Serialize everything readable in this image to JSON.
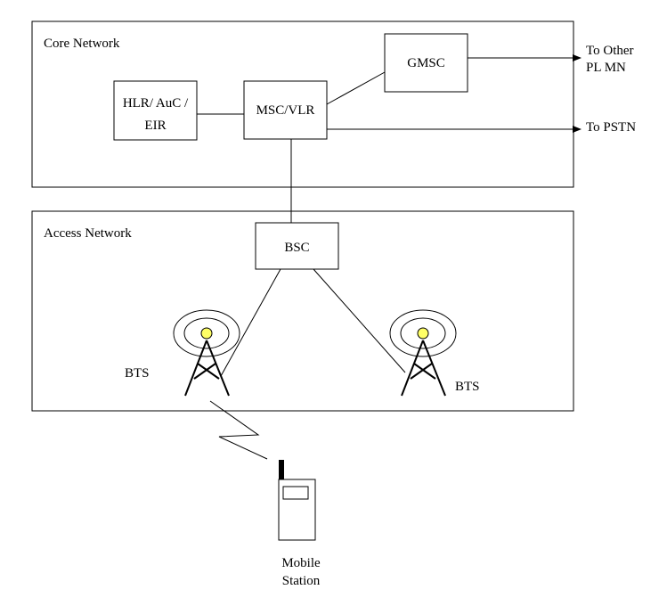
{
  "colors": {
    "stroke": "#000000",
    "background": "#ffffff",
    "bts_light": "#ffff66"
  },
  "core_network": {
    "title": "Core Network",
    "nodes": {
      "hlr_line1": "HLR/ AuC /",
      "hlr_line2": "EIR",
      "msc": "MSC/VLR",
      "gmsc": "GMSC"
    },
    "external": {
      "other_plmn_line1": "To Other",
      "other_plmn_line2": "PL MN",
      "pstn": "To PSTN"
    }
  },
  "access_network": {
    "title": "Access Network",
    "bsc": "BSC",
    "bts_left": "BTS",
    "bts_right": "BTS"
  },
  "mobile_station": {
    "line1": "Mobile",
    "line2": "Station"
  }
}
